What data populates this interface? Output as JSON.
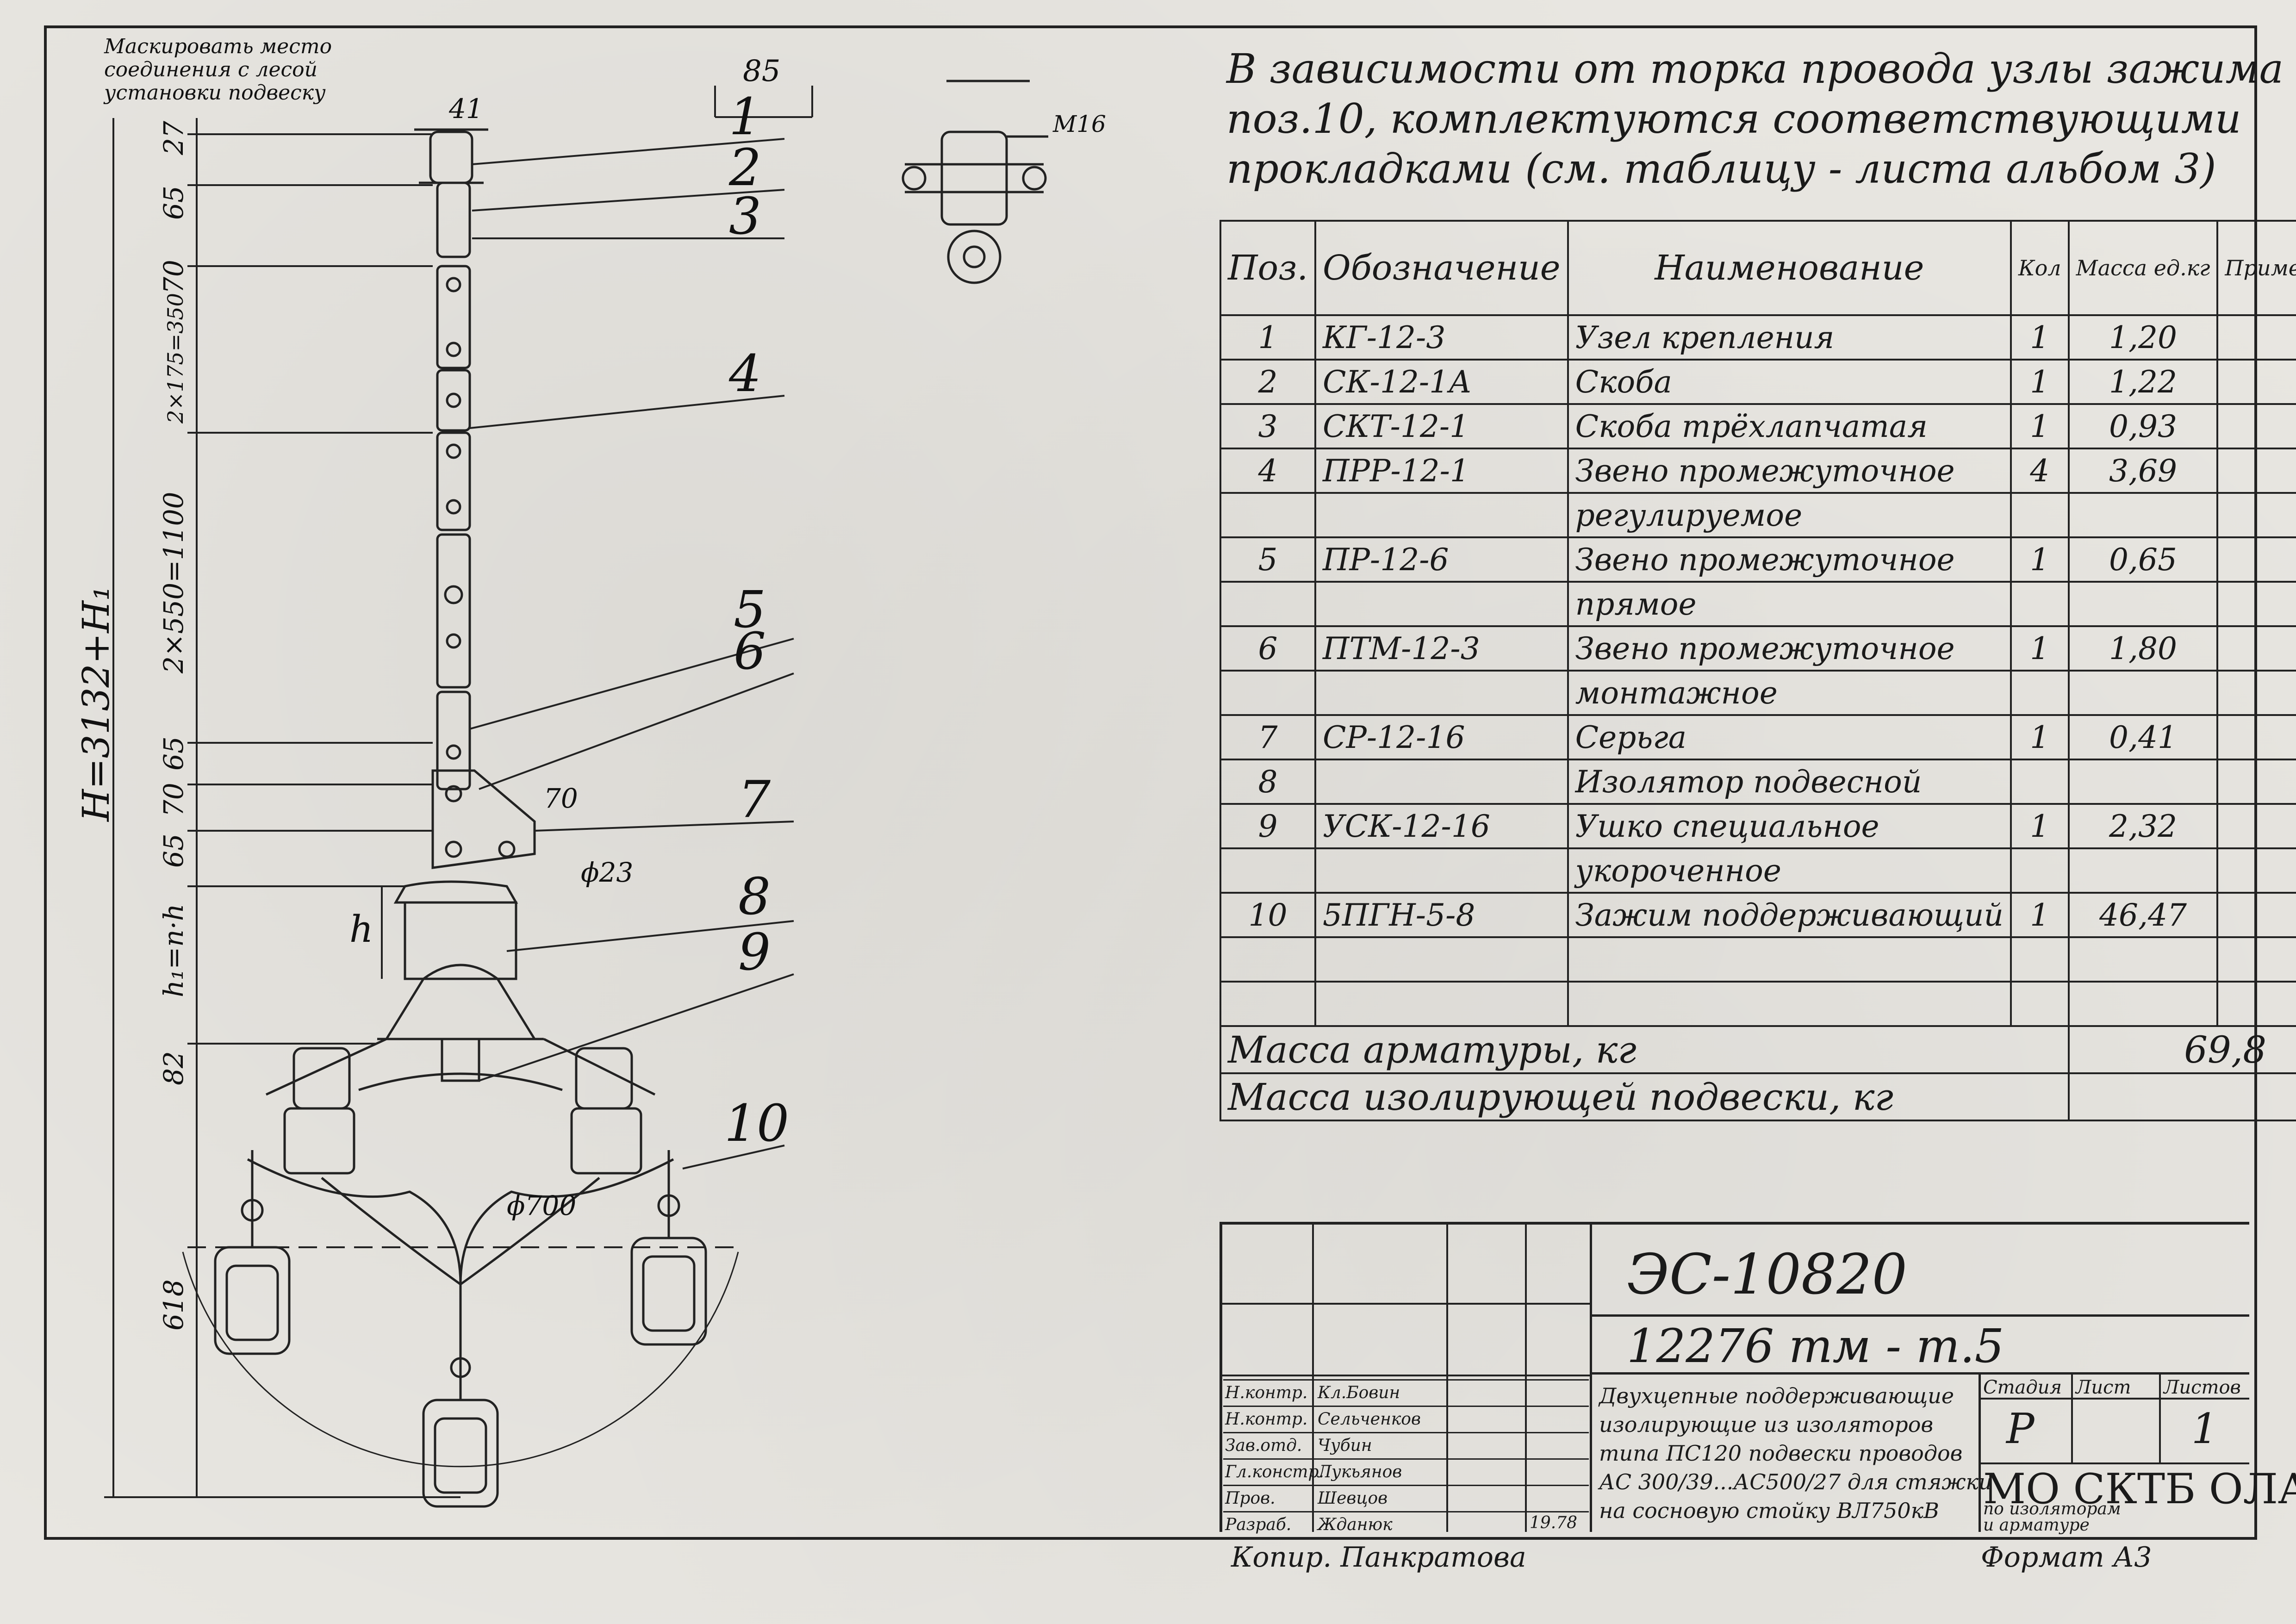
{
  "corner_note": [
    "Маскировать место",
    "соединения с лесой",
    "установки подвеску"
  ],
  "dimensions": {
    "vertical_left": [
      "27",
      "65",
      "70",
      "2×175=350",
      "2×550=1100",
      "65",
      "70",
      "65",
      "h₁=n·h",
      "82",
      "618"
    ],
    "total": "H=3132+H₁",
    "h_label": "h",
    "top_width": "41",
    "detail_width": "85",
    "detail_thread": "M16",
    "hole_d": "ϕ23",
    "plate_w": "70",
    "ring_d": "ϕ700"
  },
  "callouts": [
    "1",
    "2",
    "3",
    "4",
    "5",
    "6",
    "7",
    "8",
    "9",
    "10"
  ],
  "note": [
    "В зависимости от торка провода узлы зажима",
    "поз.10, комплектуются соответствующими",
    "прокладками (см. таблицу - листа альбом 3)"
  ],
  "table": {
    "headers": [
      "Поз.",
      "Обозначение",
      "Наименование",
      "Кол",
      "Масса ед.кг",
      "Приме-чание"
    ],
    "rows": [
      [
        "1",
        "КГ-12-3",
        "Узел крепления",
        "1",
        "1,20",
        ""
      ],
      [
        "2",
        "СК-12-1А",
        "Скоба",
        "1",
        "1,22",
        ""
      ],
      [
        "3",
        "СКТ-12-1",
        "Скоба трёхлапчатая",
        "1",
        "0,93",
        ""
      ],
      [
        "4",
        "ПРР-12-1",
        "Звено промежуточное",
        "4",
        "3,69",
        ""
      ],
      [
        "",
        "",
        "регулируемое",
        "",
        "",
        ""
      ],
      [
        "5",
        "ПР-12-6",
        "Звено промежуточное",
        "1",
        "0,65",
        ""
      ],
      [
        "",
        "",
        "прямое",
        "",
        "",
        ""
      ],
      [
        "6",
        "ПТМ-12-3",
        "Звено промежуточное",
        "1",
        "1,80",
        ""
      ],
      [
        "",
        "",
        "монтажное",
        "",
        "",
        ""
      ],
      [
        "7",
        "СР-12-16",
        "Серьга",
        "1",
        "0,41",
        ""
      ],
      [
        "8",
        "",
        "Изолятор подвесной",
        "",
        "",
        ""
      ],
      [
        "9",
        "УСК-12-16",
        "Ушко специальное",
        "1",
        "2,32",
        ""
      ],
      [
        "",
        "",
        "укороченное",
        "",
        "",
        ""
      ],
      [
        "10",
        "5ПГН-5-8",
        "Зажим поддерживающий",
        "1",
        "46,47",
        ""
      ],
      [
        "",
        "",
        "",
        "",
        "",
        ""
      ],
      [
        "",
        "",
        "",
        "",
        "",
        ""
      ]
    ],
    "mass_fittings_label": "Масса арматуры, кг",
    "mass_fittings_value": "69,8",
    "mass_insulating_label": "Масса изолирующей подвески, кг",
    "mass_insulating_value": ""
  },
  "titleblock": {
    "doc_number": "ЭС-10820",
    "sheet_code": "12276 тм - т.5",
    "description": [
      "Двухцепные поддерживающие",
      "изолирующие из изоляторов",
      "типа ПС120 подвески проводов",
      "АС 300/39...АС500/27 для стяжки",
      "на сосновую стойку ВЛ750кВ"
    ],
    "col_labels": [
      "Стадия",
      "Лист",
      "Листов"
    ],
    "stage": "Р",
    "sheet": "",
    "sheets": "1",
    "org": "МО СКТБ ОЛА",
    "org_sub": [
      "по изоляторам",
      "и арматуре"
    ],
    "signatures": [
      [
        "Н.контр.",
        "Кл.Бовин"
      ],
      [
        "Н.контр.",
        "Сельченков"
      ],
      [
        "Зав.отд.",
        "Чубин"
      ],
      [
        "Гл.констр.",
        "Лукьянов"
      ],
      [
        "Пров.",
        "Шевцов"
      ],
      [
        "Разраб.",
        "Жданюк"
      ]
    ],
    "date": "19.78"
  },
  "footer_left": "Копир. Панкратова",
  "footer_right": "Формат А3"
}
